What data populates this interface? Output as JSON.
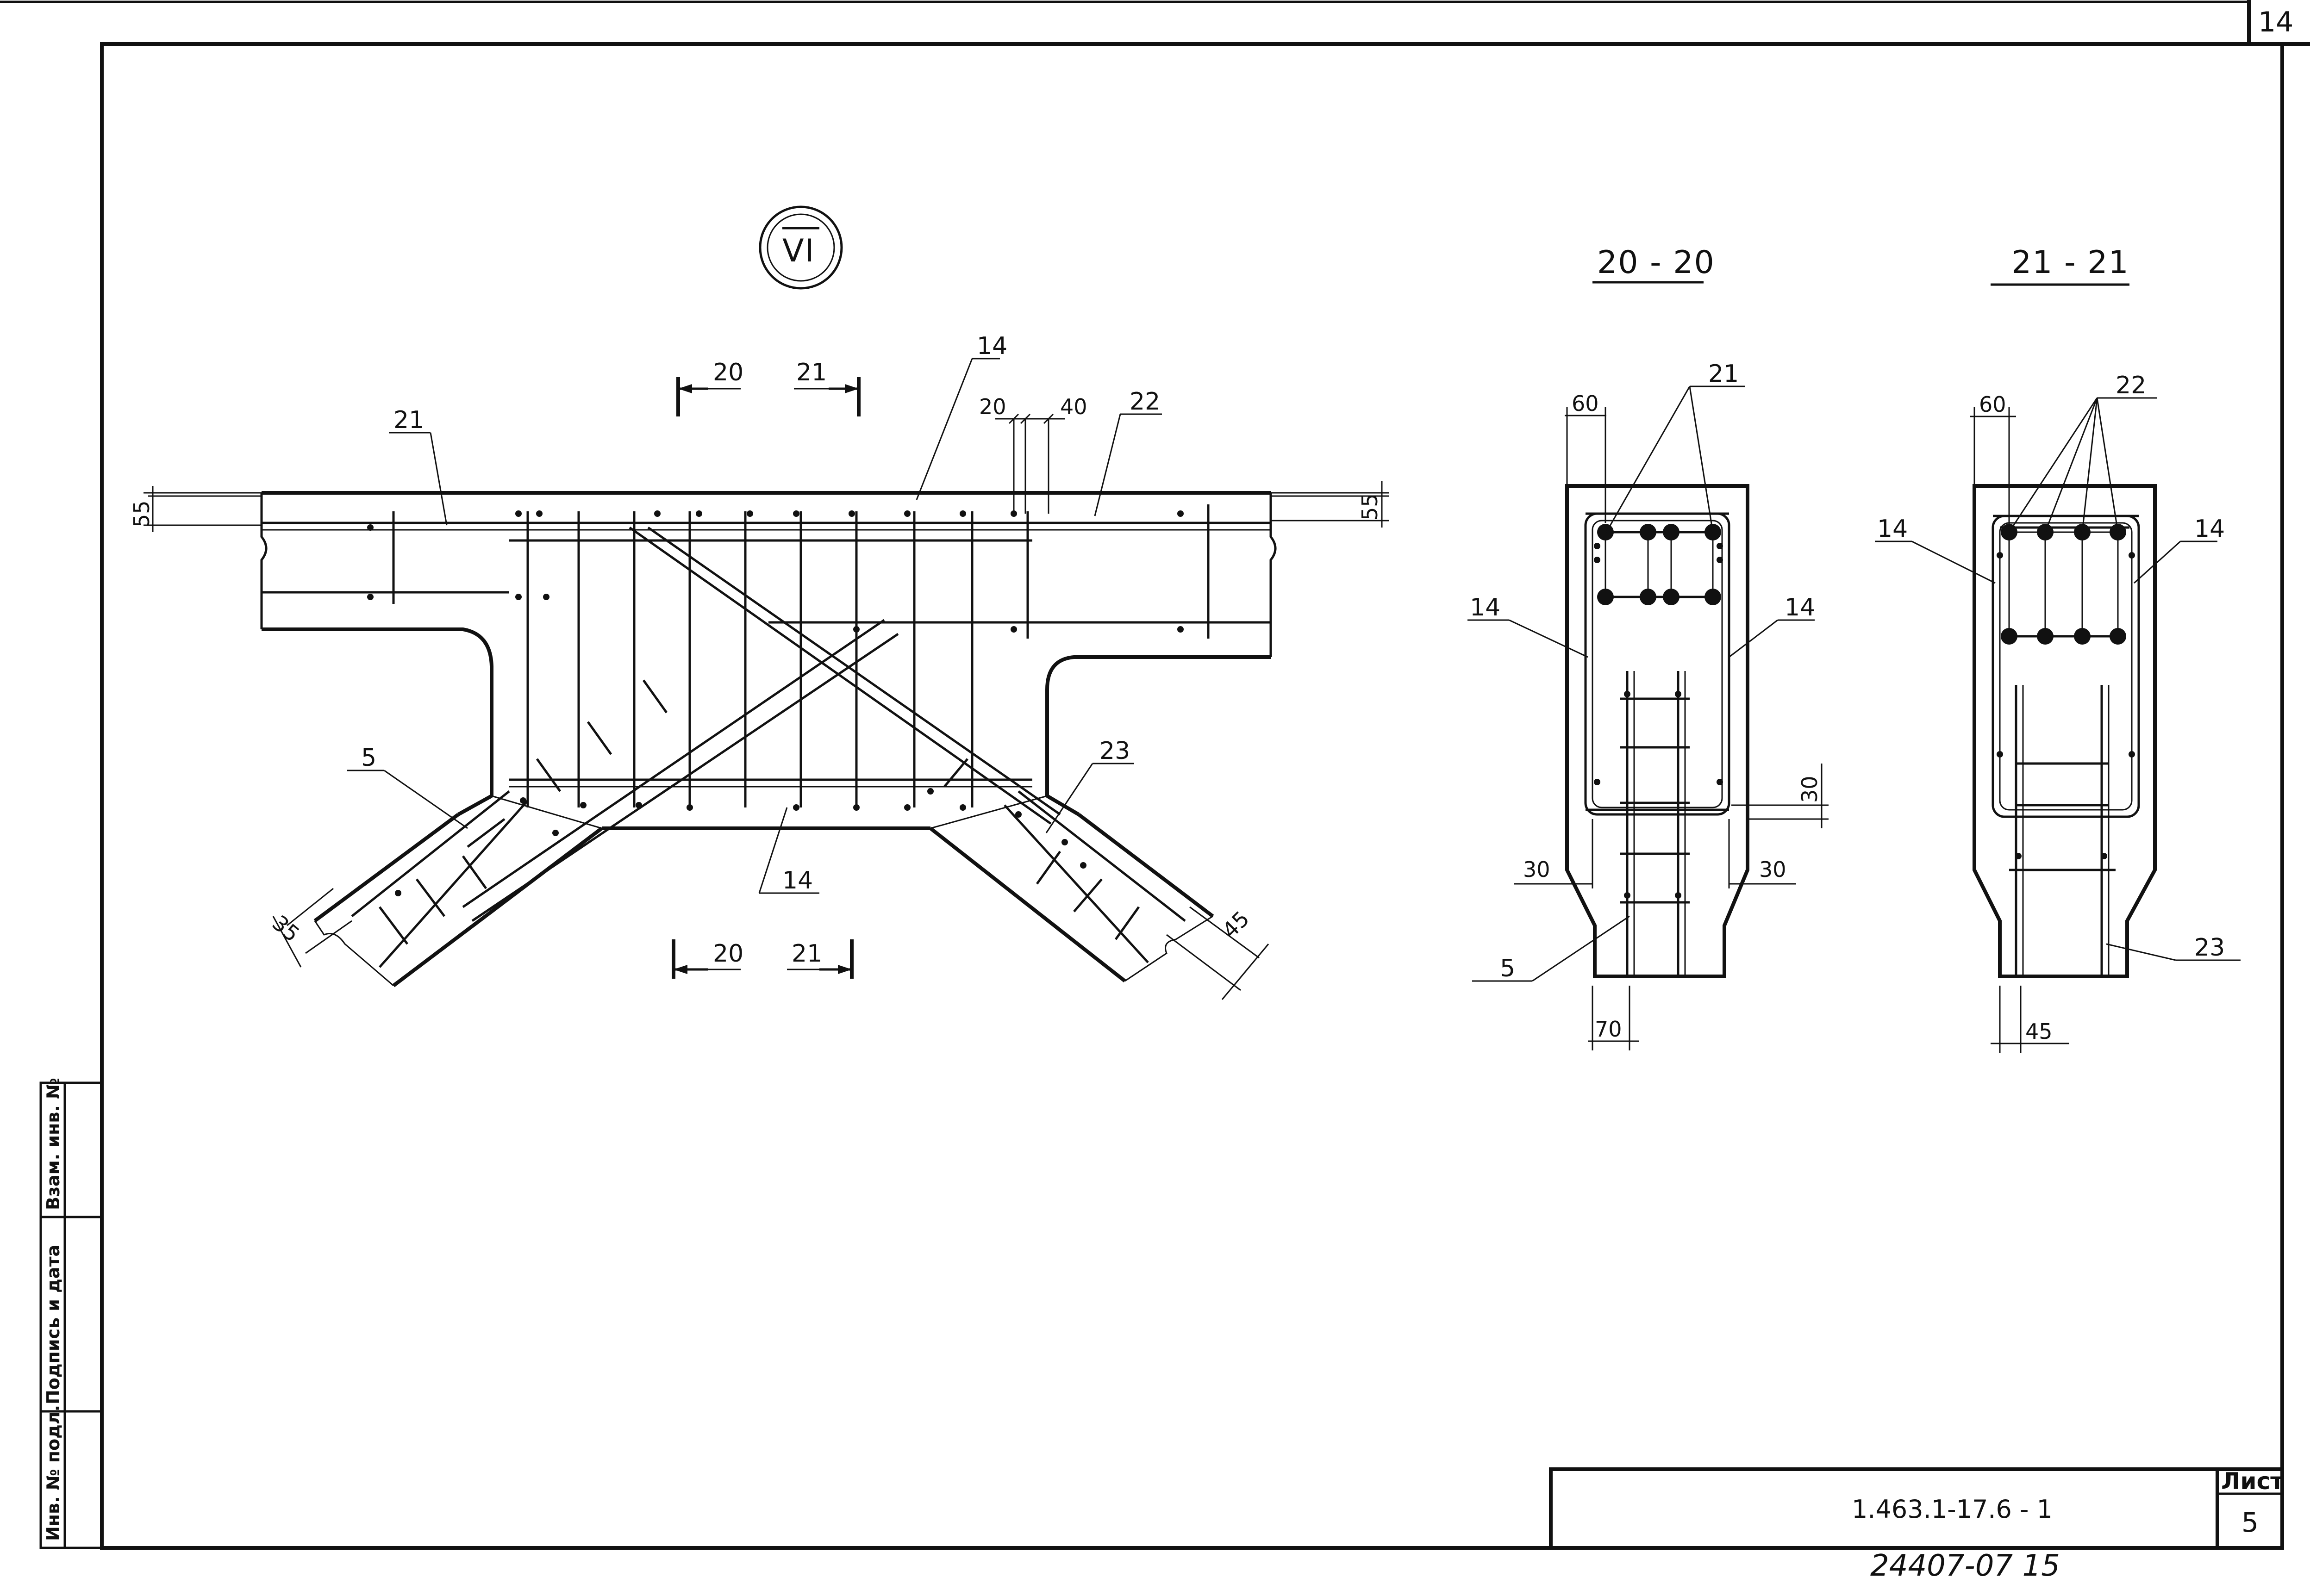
{
  "sheet": {
    "corner_number": "14",
    "detail_mark": "VI",
    "stamp_code": "1.463.1-17.6 - 1",
    "sheet_label": "Лист",
    "sheet_number": "5",
    "footer_code": "24407-07   15"
  },
  "side_stamp": {
    "inv_no_podl": "Инв. № подл.",
    "podpis_data": "Подпись и дата",
    "vzam_inv": "Взам. инв. №"
  },
  "main_view": {
    "cut_left_top": "20",
    "cut_right_top": "21",
    "cut_left_bottom": "20",
    "cut_right_bottom": "21",
    "pos_21": "21",
    "pos_14_top": "14",
    "pos_22": "22",
    "pos_5": "5",
    "pos_14_bottom": "14",
    "pos_23": "23",
    "dim_20": "20",
    "dim_40": "40",
    "dim_55_left": "55",
    "dim_55_right": "55",
    "dim_35": "35",
    "dim_45": "45"
  },
  "section_20": {
    "title": "20 - 20",
    "pos_21": "21",
    "pos_14_left": "14",
    "pos_14_right": "14",
    "pos_5": "5",
    "dim_60": "60",
    "dim_30_left": "30",
    "dim_30_right": "30",
    "dim_30_vert": "30",
    "dim_70": "70"
  },
  "section_21": {
    "title": "21 - 21",
    "pos_22": "22",
    "pos_14_left": "14",
    "pos_14_right": "14",
    "pos_23": "23",
    "dim_60": "60",
    "dim_45": "45"
  }
}
